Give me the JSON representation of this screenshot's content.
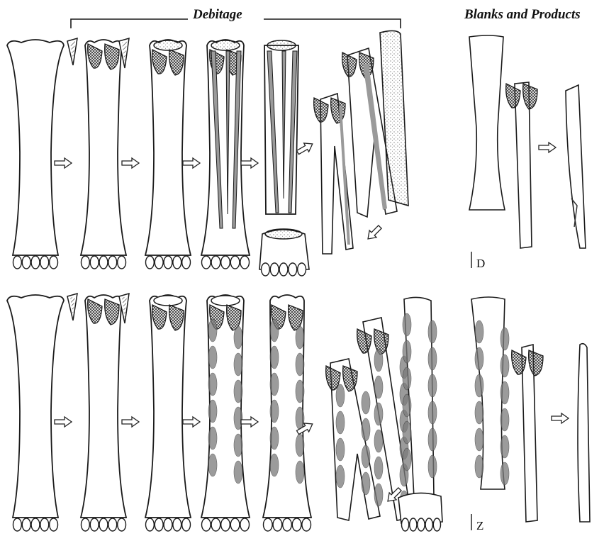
{
  "headings": {
    "debitage": "Debitage",
    "blanks_products": "Blanks and Products"
  },
  "rows": [
    {
      "label": "D",
      "method": "groove-and-splinter"
    },
    {
      "label": "Z",
      "method": "percussion-flaking"
    }
  ],
  "colors": {
    "line": "#1a1a1a",
    "groove_fill": "#9a9a9a",
    "flake_fill": "#7a7a7a",
    "hatch": "#444444",
    "stipple": "#555555"
  },
  "icons": [
    "bone-outline",
    "arrow-right-icon",
    "arrow-diagonal-icon",
    "bracket-line"
  ]
}
